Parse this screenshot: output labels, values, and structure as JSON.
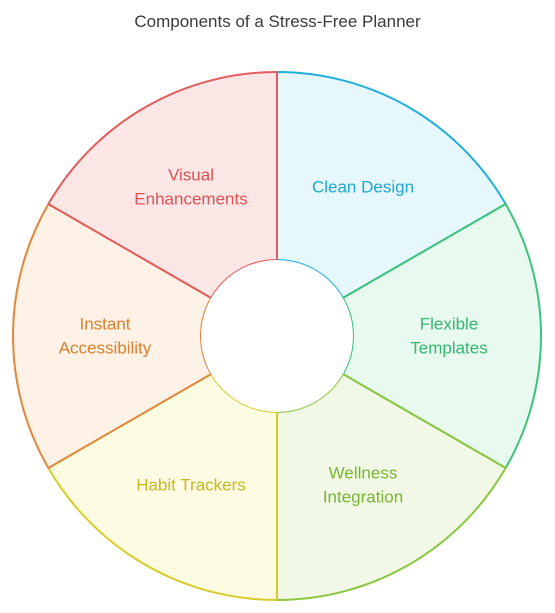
{
  "title": "Components of a Stress-Free Planner",
  "segments": [
    {
      "lines": [
        "Clean Design"
      ],
      "stroke": "#1fb0dc",
      "fill": "#e6f8fd",
      "text_color": "#1fa7d2"
    },
    {
      "lines": [
        "Flexible",
        "Templates"
      ],
      "stroke": "#3cc37a",
      "fill": "#e8f9ef",
      "text_color": "#35b66f"
    },
    {
      "lines": [
        "Wellness",
        "Integration"
      ],
      "stroke": "#8cc63f",
      "fill": "#f1f9e6",
      "text_color": "#79b533"
    },
    {
      "lines": [
        "Habit Trackers"
      ],
      "stroke": "#d8cc2a",
      "fill": "#fdfbe2",
      "text_color": "#c7b81f"
    },
    {
      "lines": [
        "Instant",
        "Accessibility"
      ],
      "stroke": "#e0873c",
      "fill": "#fef1e6",
      "text_color": "#d9802f"
    },
    {
      "lines": [
        "Visual",
        "Enhancements"
      ],
      "stroke": "#e25c5c",
      "fill": "#fde6e6",
      "text_color": "#dc5353"
    }
  ]
}
